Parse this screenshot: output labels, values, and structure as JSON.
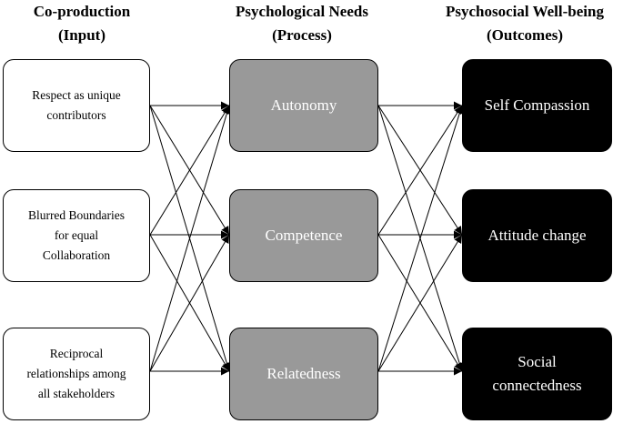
{
  "headings": [
    {
      "line1": "Co-production",
      "line2": "(Input)"
    },
    {
      "line1": "Psychological Needs",
      "line2": "(Process)"
    },
    {
      "line1": "Psychosocial Well-being",
      "line2": "(Outcomes)"
    }
  ],
  "inputs": [
    {
      "lines": [
        "Respect as unique",
        "contributors"
      ]
    },
    {
      "lines": [
        "Blurred Boundaries",
        "for equal",
        "Collaboration"
      ]
    },
    {
      "lines": [
        "Reciprocal",
        "relationships among",
        "all stakeholders"
      ]
    }
  ],
  "process": [
    {
      "label": "Autonomy"
    },
    {
      "label": "Competence"
    },
    {
      "label": "Relatedness"
    }
  ],
  "outcomes": [
    {
      "lines": [
        "Self Compassion"
      ]
    },
    {
      "lines": [
        "Attitude change"
      ]
    },
    {
      "lines": [
        "Social",
        "connectedness"
      ]
    }
  ],
  "colors": {
    "input_fill": "#ffffff",
    "process_fill": "#999999",
    "outcome_fill": "#000000",
    "line": "#000000"
  }
}
